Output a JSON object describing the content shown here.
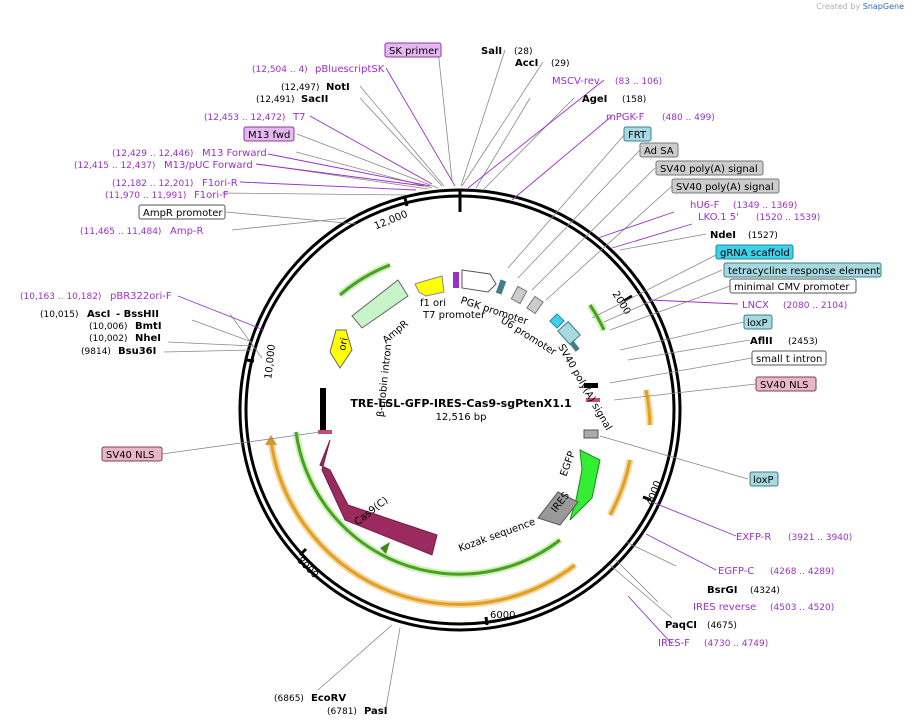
{
  "credit": {
    "prefix": "Created by",
    "brand": "SnapGene"
  },
  "plasmid": {
    "name": "TRE-LSL-GFP-IRES-Cas9-sgPtenX1.1",
    "size": "12,516 bp"
  },
  "ticks": [
    "2000",
    "4000",
    "6000",
    "8000",
    "10,000",
    "12,000"
  ],
  "enzymes": [
    {
      "name": "SalI",
      "pos": "(28)"
    },
    {
      "name": "AccI",
      "pos": "(29)"
    },
    {
      "name": "AgeI",
      "pos": "(158)"
    },
    {
      "name": "NdeI",
      "pos": "(1527)"
    },
    {
      "name": "AflII",
      "pos": "(2453)"
    },
    {
      "name": "BsrGI",
      "pos": "(4324)"
    },
    {
      "name": "PaqCI",
      "pos": "(4675)"
    },
    {
      "name": "EcoRV",
      "pos": "(6865)"
    },
    {
      "name": "PasI",
      "pos": "(6781)"
    },
    {
      "name": "NotI",
      "pos": "(12,497)"
    },
    {
      "name": "SacII",
      "pos": "(12,491)"
    },
    {
      "name": "AscI",
      "pos": "(10,015)"
    },
    {
      "name": "- BssHII",
      "pos": ""
    },
    {
      "name": "BmtI",
      "pos": "(10,006)"
    },
    {
      "name": "NheI",
      "pos": "(10,002)"
    },
    {
      "name": "Bsu36I",
      "pos": "(9814)"
    }
  ],
  "primers": [
    {
      "name": "MSCV-rev",
      "pos": "(83 .. 106)"
    },
    {
      "name": "mPGK-F",
      "pos": "(480 .. 499)"
    },
    {
      "name": "hU6-F",
      "pos": "(1349 .. 1369)"
    },
    {
      "name": "LKO.1 5'",
      "pos": "(1520 .. 1539)"
    },
    {
      "name": "LNCX",
      "pos": "(2080 .. 2104)"
    },
    {
      "name": "EXFP-R",
      "pos": "(3921 .. 3940)"
    },
    {
      "name": "EGFP-C",
      "pos": "(4268 .. 4289)"
    },
    {
      "name": "IRES reverse",
      "pos": "(4503 .. 4520)"
    },
    {
      "name": "IRES-F",
      "pos": "(4730 .. 4749)"
    },
    {
      "name": "pBluescriptSK",
      "pos": "(12,504 .. 4)"
    },
    {
      "name": "T7",
      "pos": "(12,453 .. 12,472)"
    },
    {
      "name": "M13 Forward",
      "pos": "(12,429 .. 12,446)"
    },
    {
      "name": "M13/pUC Forward",
      "pos": "(12,415 .. 12,437)"
    },
    {
      "name": "F1ori-R",
      "pos": "(12,182 .. 12,201)"
    },
    {
      "name": "F1ori-F",
      "pos": "(11,970 .. 11,991)"
    },
    {
      "name": "Amp-R",
      "pos": "(11,465 .. 11,484)"
    },
    {
      "name": "pBR322ori-F",
      "pos": "(10,163 .. 10,182)"
    }
  ],
  "boxes": [
    {
      "label": "SK primer",
      "fill": "#e6b8f2",
      "stroke": "#8a3aa0"
    },
    {
      "label": "M13 fwd",
      "fill": "#e6b8f2",
      "stroke": "#8a3aa0"
    },
    {
      "label": "FRT",
      "fill": "#a8d8e0",
      "stroke": "#3d7f8a"
    },
    {
      "label": "Ad SA",
      "fill": "#cccccc",
      "stroke": "#777777"
    },
    {
      "label": "SV40 poly(A) signal",
      "fill": "#cccccc",
      "stroke": "#777777"
    },
    {
      "label": "SV40 poly(A) signal",
      "fill": "#cccccc",
      "stroke": "#777777"
    },
    {
      "label": "gRNA scaffold",
      "fill": "#3fd0ea",
      "stroke": "#1a8aa0"
    },
    {
      "label": "tetracycline response element",
      "fill": "#a8d8e0",
      "stroke": "#3d7f8a"
    },
    {
      "label": "minimal CMV promoter",
      "fill": "#ffffff",
      "stroke": "#555555"
    },
    {
      "label": "loxP",
      "fill": "#a8d8e0",
      "stroke": "#3d7f8a"
    },
    {
      "label": "small t intron",
      "fill": "#ffffff",
      "stroke": "#555555"
    },
    {
      "label": "SV40 NLS",
      "fill": "#e8b8c8",
      "stroke": "#8a3a5a"
    },
    {
      "label": "loxP",
      "fill": "#a8d8e0",
      "stroke": "#3d7f8a"
    },
    {
      "label": "AmpR promoter",
      "fill": "#ffffff",
      "stroke": "#555555"
    },
    {
      "label": "SV40 NLS",
      "fill": "#e8b8c8",
      "stroke": "#8a3a5a"
    }
  ],
  "features": [
    {
      "label": "f1 ori",
      "color": "#ffff00"
    },
    {
      "label": "AmpR",
      "color": "#c8f5c8"
    },
    {
      "label": "ori",
      "color": "#ffff00"
    },
    {
      "label": "T7 promoter",
      "color": "#9b30c9"
    },
    {
      "label": "PGK promoter",
      "color": "#ffffff"
    },
    {
      "label": "U6 promoter",
      "color": "#ffffff"
    },
    {
      "label": "SV40 poly(A) signal",
      "color": "#ffffff"
    },
    {
      "label": "EGFP",
      "color": "#33ee33"
    },
    {
      "label": "IRES",
      "color": "#999999"
    },
    {
      "label": "Kozak sequence",
      "color": "#ffffff"
    },
    {
      "label": "Cas9(C)",
      "color": "#9b2a5f"
    },
    {
      "label": "β-globin intron",
      "color": "#ffffff"
    }
  ]
}
